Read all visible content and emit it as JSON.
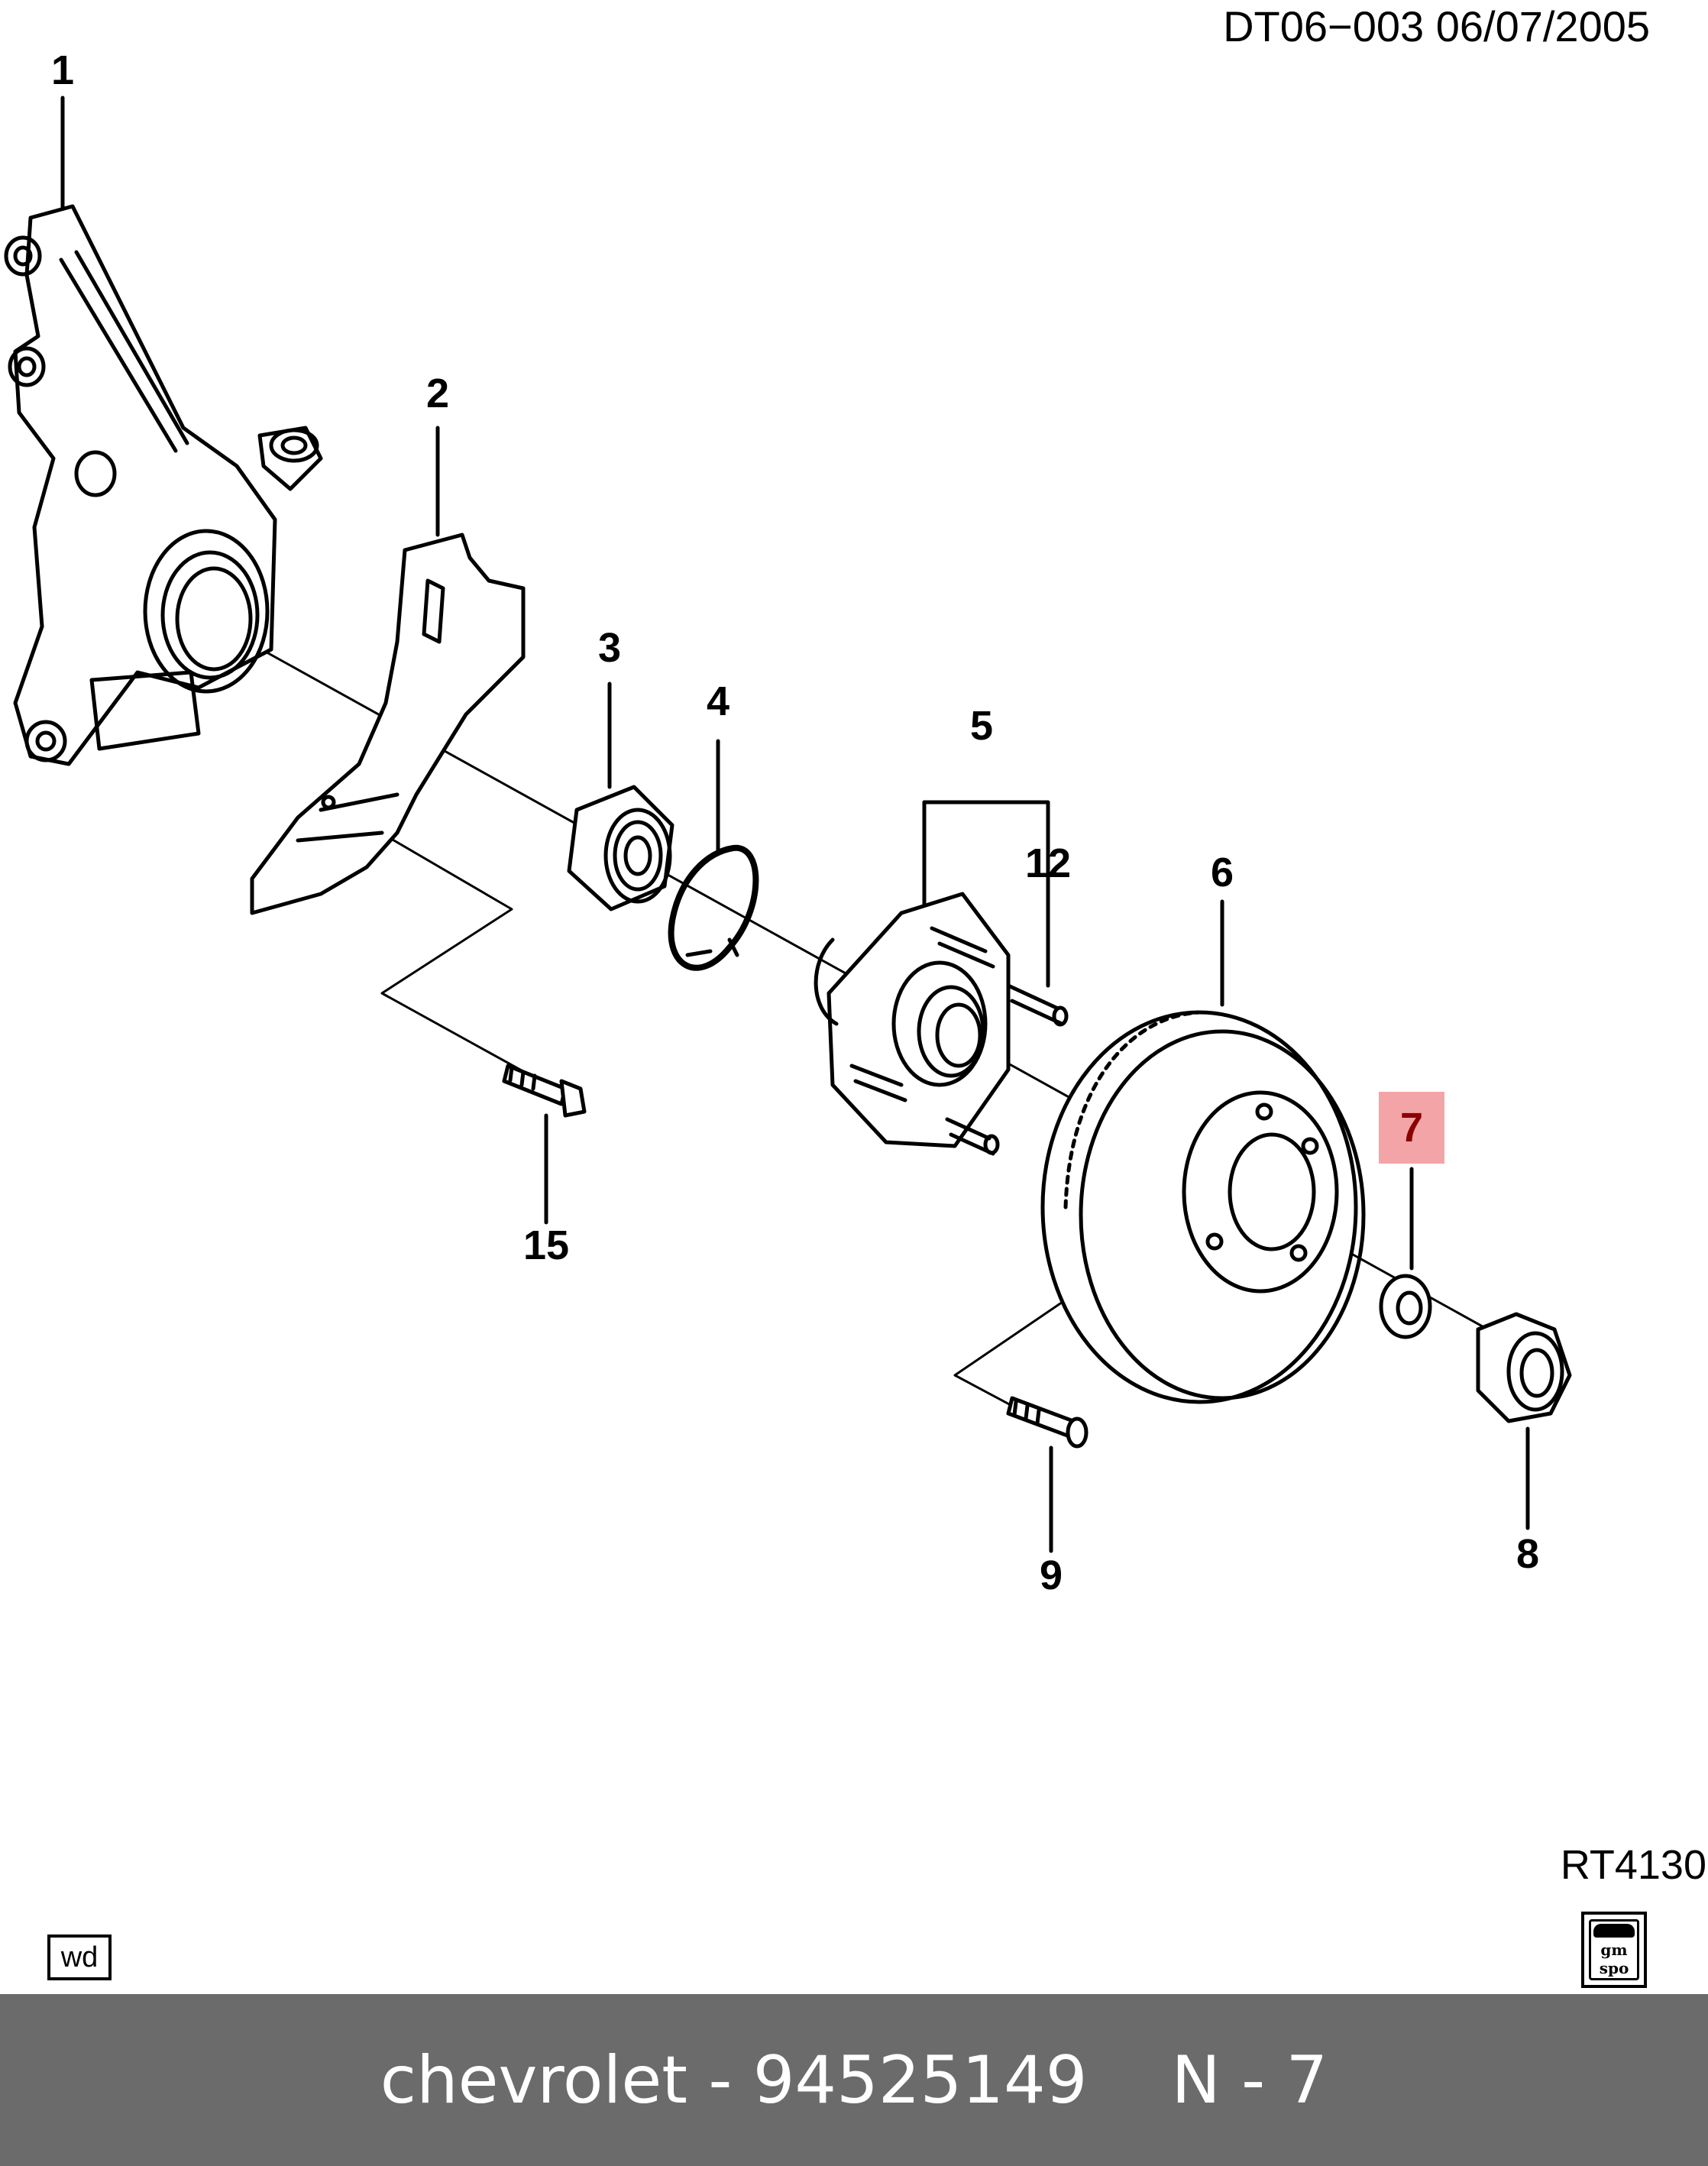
{
  "header": {
    "reference": "DT06−003  06/07/2005"
  },
  "callouts": [
    {
      "id": "1",
      "label": "1"
    },
    {
      "id": "2",
      "label": "2"
    },
    {
      "id": "3",
      "label": "3"
    },
    {
      "id": "4",
      "label": "4"
    },
    {
      "id": "5",
      "label": "5"
    },
    {
      "id": "6",
      "label": "6"
    },
    {
      "id": "7",
      "label": "7",
      "highlighted": true
    },
    {
      "id": "8",
      "label": "8"
    },
    {
      "id": "9",
      "label": "9"
    },
    {
      "id": "12",
      "label": "12"
    },
    {
      "id": "15",
      "label": "15"
    }
  ],
  "bottom": {
    "diagram_code": "RT4130",
    "wd_label": "wd",
    "logo_text_1": "gm",
    "logo_text_2": "spo"
  },
  "footer": {
    "part": "chevrolet - 94525149",
    "position": "N - 7"
  },
  "colors": {
    "highlight": "#f3a4a7",
    "highlight_text": "#8b0000",
    "footer_bg": "#6b6b6b"
  }
}
